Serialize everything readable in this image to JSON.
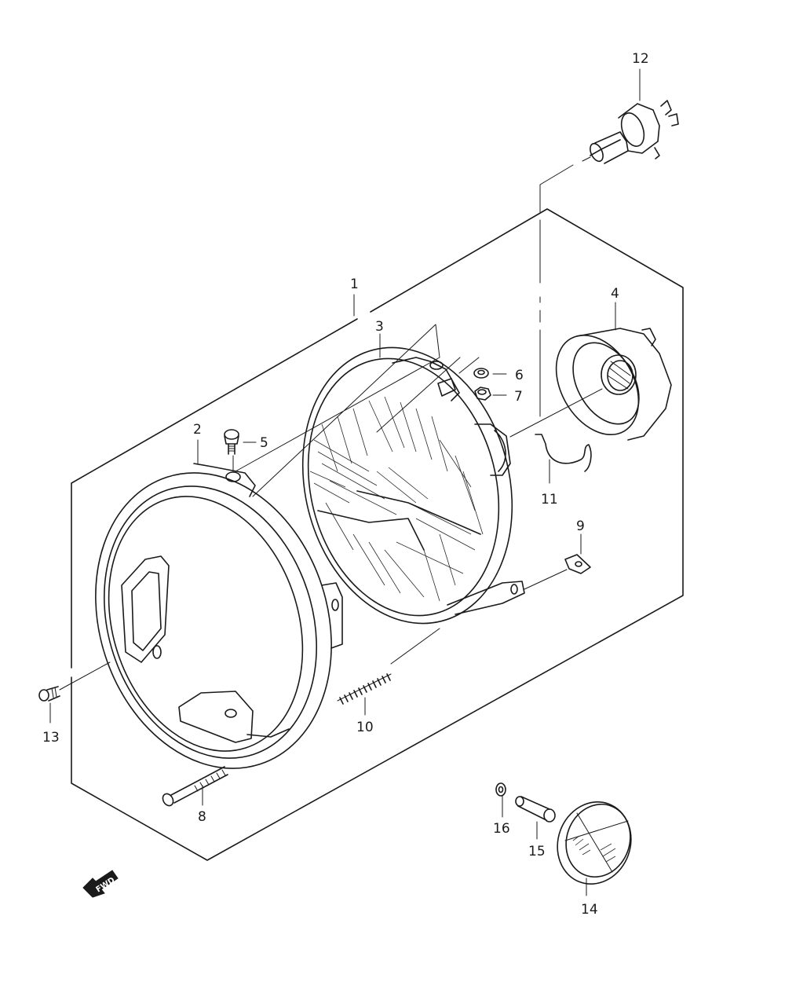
{
  "callouts": {
    "c1": "1",
    "c2": "2",
    "c3": "3",
    "c4": "4",
    "c5": "5",
    "c6": "6",
    "c7": "7",
    "c8": "8",
    "c9": "9",
    "c10": "10",
    "c11": "11",
    "c12": "12",
    "c13": "13",
    "c14": "14",
    "c15": "15",
    "c16": "16"
  },
  "direction_badge": "FWD"
}
